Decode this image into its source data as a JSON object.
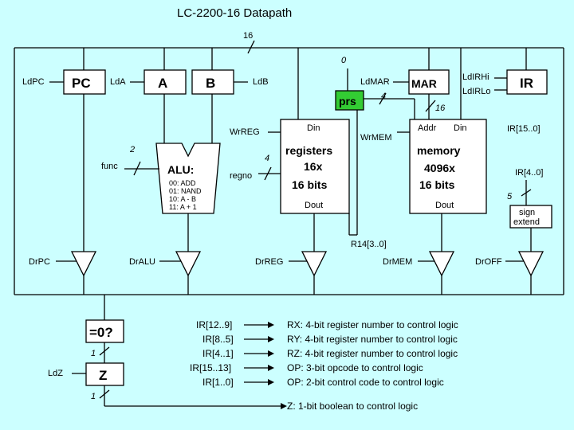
{
  "title": "LC-2200-16 Datapath",
  "bus": {
    "width": "16"
  },
  "registers": {
    "pc": {
      "label": "PC",
      "load": "LdPC"
    },
    "a": {
      "label": "A",
      "load": "LdA"
    },
    "b": {
      "label": "B",
      "load": "LdB"
    },
    "mar": {
      "label": "MAR",
      "load": "LdMAR",
      "width": "16"
    },
    "ir": {
      "label": "IR",
      "load_hi": "LdIRHi",
      "load_lo": "LdIRLo",
      "field_hi": "IR[15..0]",
      "field_lo": "IR[4..0]"
    },
    "z": {
      "label": "Z",
      "load": "LdZ",
      "in_width": "1",
      "out_width": "1"
    }
  },
  "prs": {
    "label": "prs",
    "in_bit": "0",
    "width": "4"
  },
  "alu": {
    "label": "ALU:",
    "func": "func",
    "func_width": "2",
    "ops": [
      "00: ADD",
      "01: NAND",
      "10: A - B",
      "11: A + 1"
    ]
  },
  "regfile": {
    "label_l1": "registers",
    "label_l2": "16x",
    "label_l3": "16 bits",
    "din": "Din",
    "dout": "Dout",
    "write": "WrREG",
    "regno": "regno",
    "regno_width": "4",
    "r14": "R14[3..0]"
  },
  "memory": {
    "label_l1": "memory",
    "label_l2": "4096x",
    "label_l3": "16 bits",
    "addr": "Addr",
    "din": "Din",
    "dout": "Dout",
    "write": "WrMEM"
  },
  "sign_extend": {
    "label_l1": "sign",
    "label_l2": "extend",
    "width": "5"
  },
  "drivers": [
    "DrPC",
    "DrALU",
    "DrREG",
    "DrMEM",
    "DrOFF"
  ],
  "zero_test": {
    "label": "=0?"
  },
  "legend": [
    {
      "field": "IR[12..9]",
      "desc": "RX:  4-bit register number to control logic"
    },
    {
      "field": "IR[8..5]",
      "desc": "RY:  4-bit register number to control logic"
    },
    {
      "field": "IR[4..1]",
      "desc": "RZ:  4-bit register number to control logic"
    },
    {
      "field": "IR[15..13]",
      "desc": "OP:  3-bit opcode to control logic"
    },
    {
      "field": "IR[1..0]",
      "desc": "OP:  2-bit control code to control logic"
    }
  ],
  "z_output": "Z:  1-bit boolean to control logic"
}
